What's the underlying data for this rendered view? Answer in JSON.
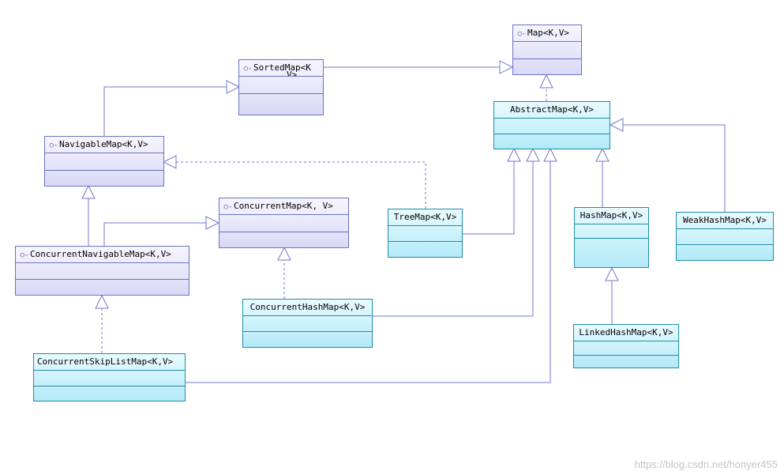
{
  "interfaces": {
    "map": "Map<K,V>",
    "sorted_map": "SortedMap<K",
    "sorted_map_overflow": "V>",
    "navigable_map": "NavigableMap<K,V>",
    "concurrent_map": "ConcurrentMap<K, V>",
    "concurrent_navigable_map": "ConcurrentNavigableMap<K,V>",
    "interface_icon": "interface-lollipop-icon"
  },
  "classes": {
    "abstract_map": "AbstractMap<K,V>",
    "tree_map": "TreeMap<K,V>",
    "hash_map": "HashMap<K,V>",
    "weak_hash_map": "WeakHashMap<K,V>",
    "linked_hash_map": "LinkedHashMap<K,V>",
    "concurrent_hash_map": "ConcurrentHashMap<K,V>",
    "concurrent_skip_list_map": "ConcurrentSkipListMap<K,V>"
  },
  "watermark": "https://blog.csdn.net/honyer455",
  "colors": {
    "interface_border": "#6a73c4",
    "class_border": "#1f8ea3",
    "connector": "#7077cc"
  }
}
